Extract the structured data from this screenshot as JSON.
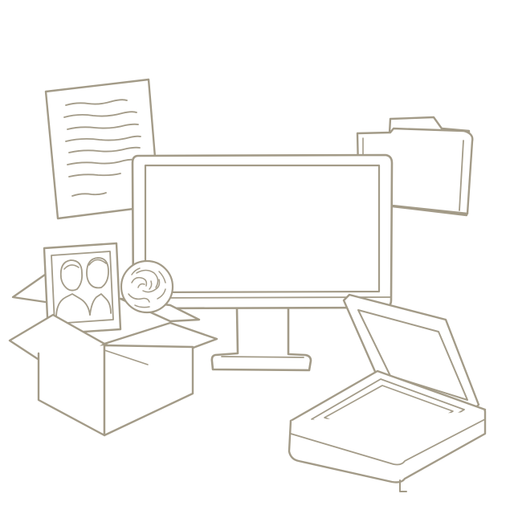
{
  "illustration": {
    "style": "line-art",
    "objects": [
      {
        "name": "document-page",
        "icon": "document-icon"
      },
      {
        "name": "folder",
        "icon": "folder-icon"
      },
      {
        "name": "computer-monitor",
        "icon": "monitor-icon"
      },
      {
        "name": "photo-frame",
        "icon": "photo-frame-icon"
      },
      {
        "name": "cardboard-box",
        "icon": "box-icon"
      },
      {
        "name": "rose",
        "icon": "rose-icon"
      },
      {
        "name": "flatbed-scanner",
        "icon": "scanner-icon"
      }
    ]
  },
  "colors": {
    "background": "#ffffff",
    "line": "#a39b88",
    "line_dark": "#8f8775",
    "fill": "#ffffff"
  }
}
